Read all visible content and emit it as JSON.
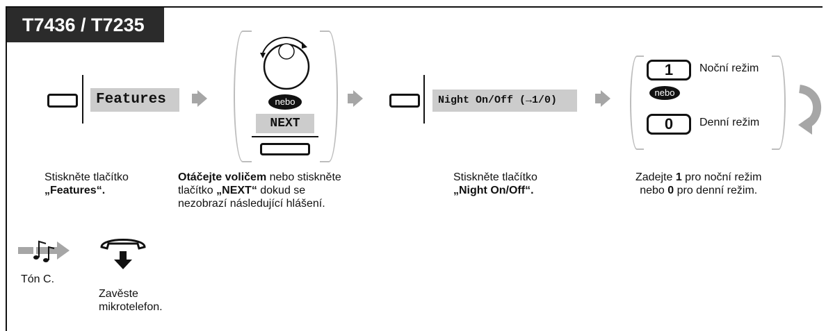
{
  "model_tab": "T7436 / T7235",
  "step1": {
    "display": "Features",
    "caption_line1": "Stiskněte tlačítko",
    "caption_line2": "„Features“."
  },
  "step2": {
    "nebo": "nebo",
    "next_display": "NEXT",
    "caption_bold1": "Otáčejte voličem",
    "caption_rest1": " nebo stiskněte",
    "caption_pre2": "tlačítko ",
    "caption_bold2": "„NEXT“",
    "caption_rest2": " dokud se",
    "caption_line3": "nezobrazí následující hlášení."
  },
  "step3": {
    "display": "Night On/Off (→1/0)",
    "caption_line1": "Stiskněte tlačítko",
    "caption_line2": "„Night On/Off“."
  },
  "step4": {
    "key1": "1",
    "key1_label": "Noční režim",
    "nebo": "nebo",
    "key0": "0",
    "key0_label": "Denní režim",
    "caption_pre1": "Zadejte ",
    "caption_bold1": "1",
    "caption_rest1": " pro noční režim",
    "caption_pre2": "nebo ",
    "caption_bold2": "0",
    "caption_rest2": " pro denní režim."
  },
  "tone": {
    "label": "Tón C."
  },
  "hangup": {
    "caption_line1": "Zavěste",
    "caption_line2": "mikrotelefon."
  }
}
